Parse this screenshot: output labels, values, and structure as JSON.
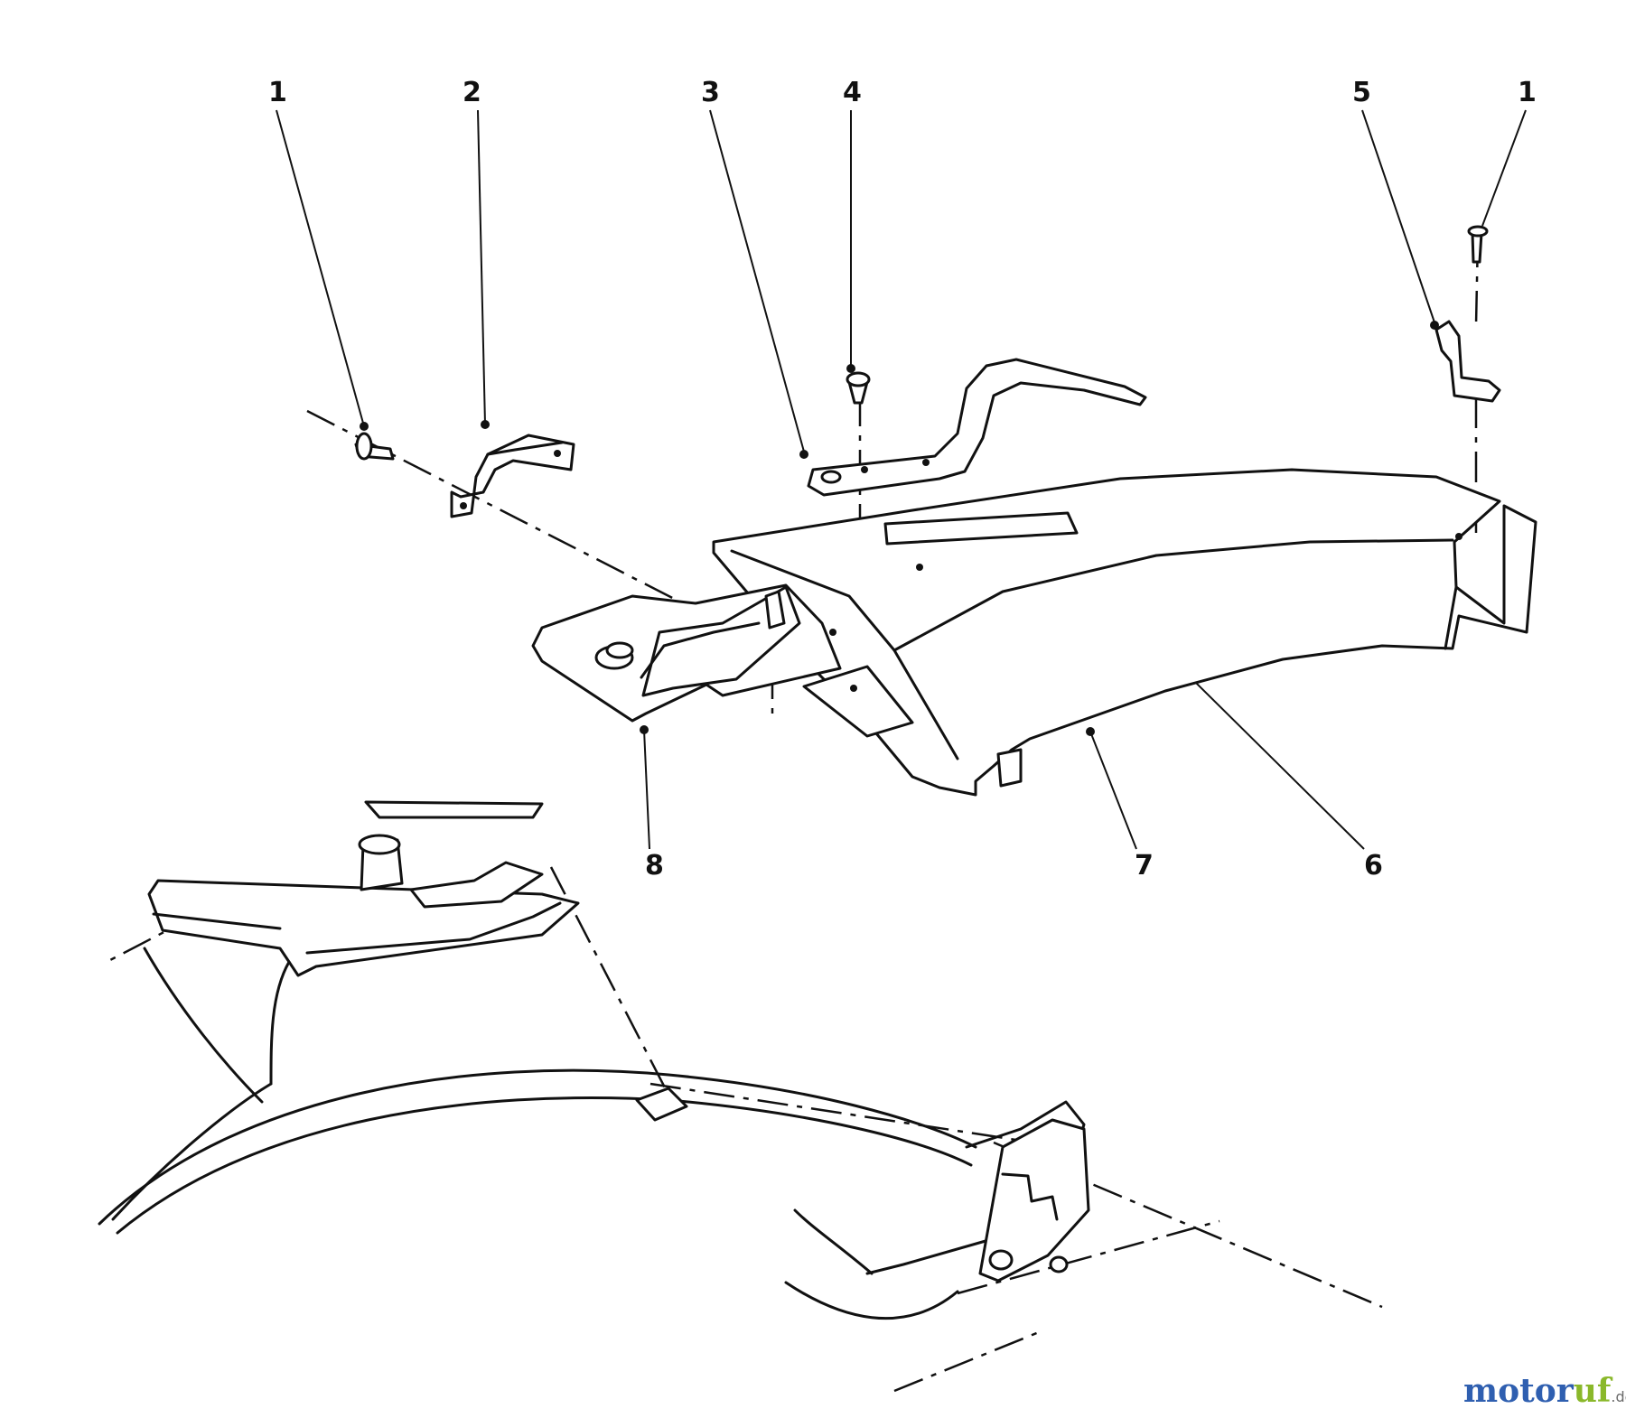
{
  "diagram": {
    "callouts": [
      "1",
      "2",
      "3",
      "4",
      "5",
      "1",
      "8",
      "7",
      "6"
    ],
    "colors": {
      "line": "#111111",
      "background": "#ffffff"
    }
  },
  "watermark": {
    "letters": [
      "m",
      "o",
      "t",
      "o",
      "r",
      "u",
      "f"
    ],
    "letter_colors": [
      "#2f5fb0",
      "#2f5fb0",
      "#2f5fb0",
      "#2f5fb0",
      "#2f5fb0",
      "#8ab82a",
      "#8ab82a"
    ],
    "suffix": ".de"
  }
}
